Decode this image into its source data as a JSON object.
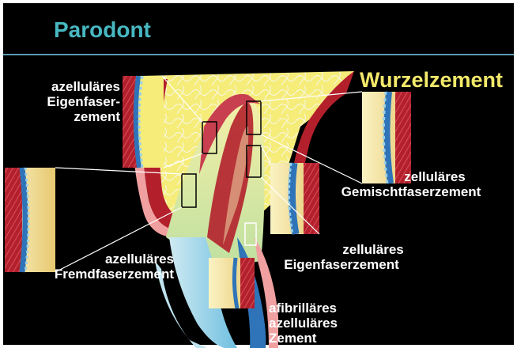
{
  "title": "Parodont",
  "heading": "Wurzelzement",
  "labels": {
    "azellulaeres_eigenfaser": [
      "azelluläres",
      "Eigenfaser-",
      "zement"
    ],
    "zellulaeres_gemischt": [
      "zelluläres",
      "Gemischtfaserzement"
    ],
    "azellulaeres_fremdfaser": [
      "azelluläres",
      "Fremdfaserzement"
    ],
    "zellulaeres_eigenfaser": [
      "zelluläres",
      "Eigenfaserzement"
    ],
    "afibrillaeres": [
      "afibrilläres",
      "azelluläres",
      "Zement"
    ]
  },
  "colors": {
    "background": "#000000",
    "title": "#48b8c2",
    "heading": "#f2e96a",
    "bone": "#f5ec7a",
    "dentin": "#f6e7b0",
    "gingiva_red": "#b3202c",
    "pink": "#f0a0a0",
    "cementum_blue": "#2f74b8",
    "enamel": "#9fd6e8"
  }
}
